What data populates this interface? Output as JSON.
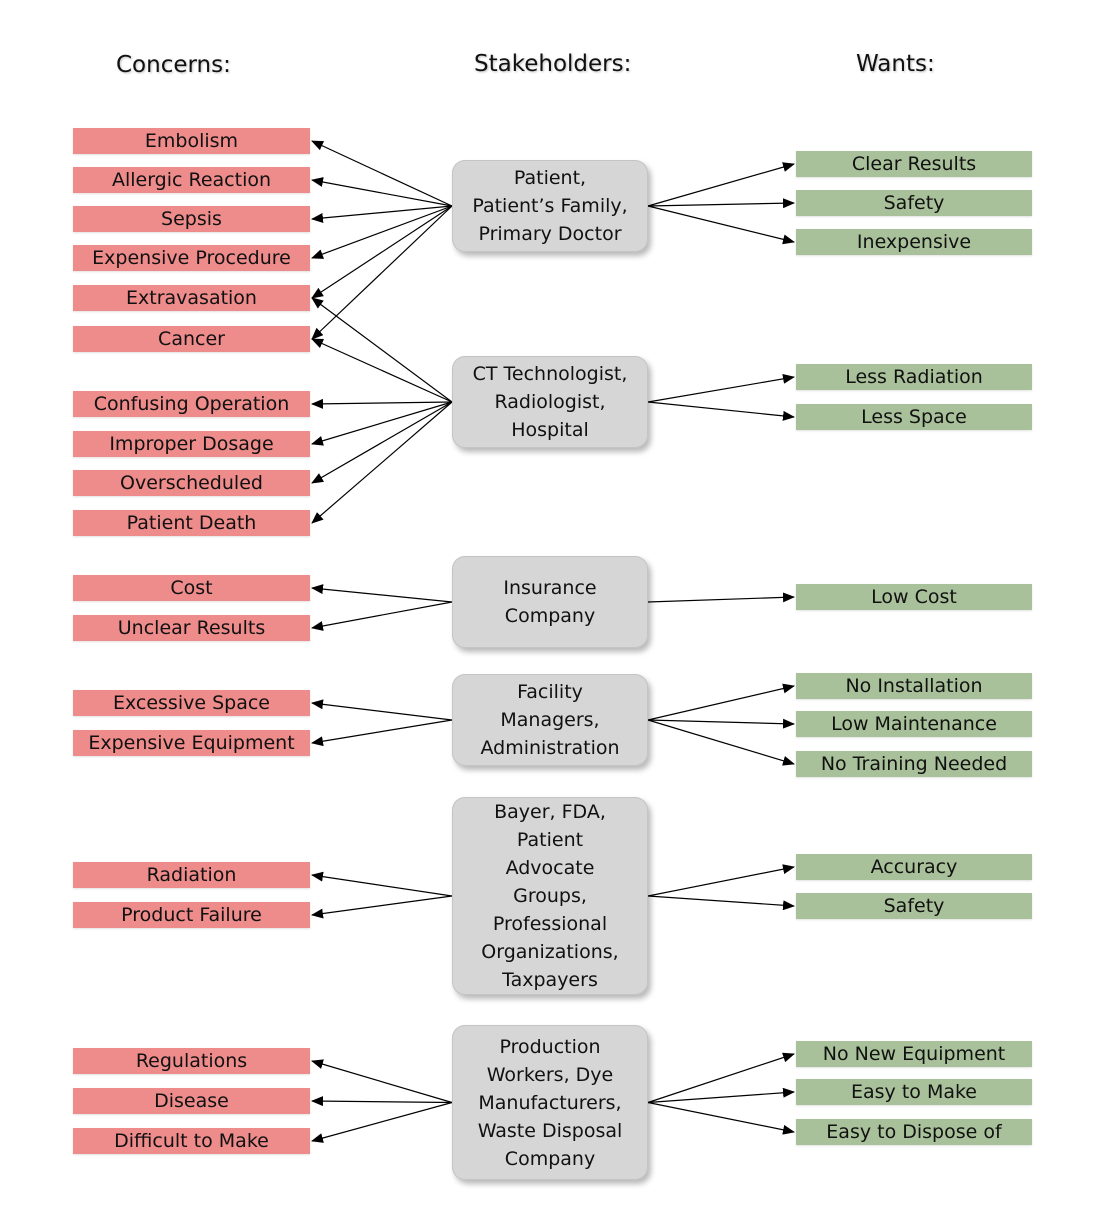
{
  "headers": {
    "concerns": "Concerns:",
    "stakeholders": "Stakeholders:",
    "wants": "Wants:"
  },
  "concerns": [
    "Embolism",
    "Allergic Reaction",
    "Sepsis",
    "Expensive Procedure",
    "Extravasation",
    "Cancer",
    "Confusing Operation",
    "Improper Dosage",
    "Overscheduled",
    "Patient Death",
    "Cost",
    "Unclear Results",
    "Excessive Space",
    "Expensive Equipment",
    "Radiation",
    "Product Failure",
    "Regulations",
    "Disease",
    "Difficult to Make"
  ],
  "stakeholders": [
    {
      "lines": [
        "Patient,",
        "Patient’s Family,",
        "Primary Doctor"
      ]
    },
    {
      "lines": [
        "CT Technologist,",
        "Radiologist,",
        "Hospital"
      ]
    },
    {
      "lines": [
        "Insurance",
        "Company"
      ]
    },
    {
      "lines": [
        "Facility",
        "Managers,",
        "Administration"
      ]
    },
    {
      "lines": [
        "Bayer, FDA,",
        "Patient",
        "Advocate",
        "Groups,",
        "Professional",
        "Organizations,",
        "Taxpayers"
      ]
    },
    {
      "lines": [
        "Production",
        "Workers, Dye",
        "Manufacturers,",
        "Waste Disposal",
        "Company"
      ]
    }
  ],
  "wants": [
    "Clear Results",
    "Safety",
    "Inexpensive",
    "Less Radiation",
    "Less Space",
    "Low Cost",
    "No Installation",
    "Low Maintenance",
    "No Training Needed",
    "Accuracy",
    "Safety",
    "No New Equipment",
    "Easy to Make",
    "Easy to Dispose of"
  ],
  "links": {
    "concern_links": [
      [
        0,
        0
      ],
      [
        0,
        1
      ],
      [
        0,
        2
      ],
      [
        0,
        3
      ],
      [
        0,
        4
      ],
      [
        0,
        5
      ],
      [
        1,
        4
      ],
      [
        1,
        5
      ],
      [
        1,
        6
      ],
      [
        1,
        7
      ],
      [
        1,
        8
      ],
      [
        1,
        9
      ],
      [
        2,
        10
      ],
      [
        2,
        11
      ],
      [
        3,
        12
      ],
      [
        3,
        13
      ],
      [
        4,
        14
      ],
      [
        4,
        15
      ],
      [
        5,
        16
      ],
      [
        5,
        17
      ],
      [
        5,
        18
      ]
    ],
    "want_links": [
      [
        0,
        0
      ],
      [
        0,
        1
      ],
      [
        0,
        2
      ],
      [
        1,
        3
      ],
      [
        1,
        4
      ],
      [
        2,
        5
      ],
      [
        3,
        6
      ],
      [
        3,
        7
      ],
      [
        3,
        8
      ],
      [
        4,
        9
      ],
      [
        4,
        10
      ],
      [
        5,
        11
      ],
      [
        5,
        12
      ],
      [
        5,
        13
      ]
    ]
  },
  "colors": {
    "concern_fill": "#ee8b8b",
    "want_fill": "#a9c19a",
    "stakeholder_fill": "#d6d6d6",
    "arrow": "#000000"
  }
}
